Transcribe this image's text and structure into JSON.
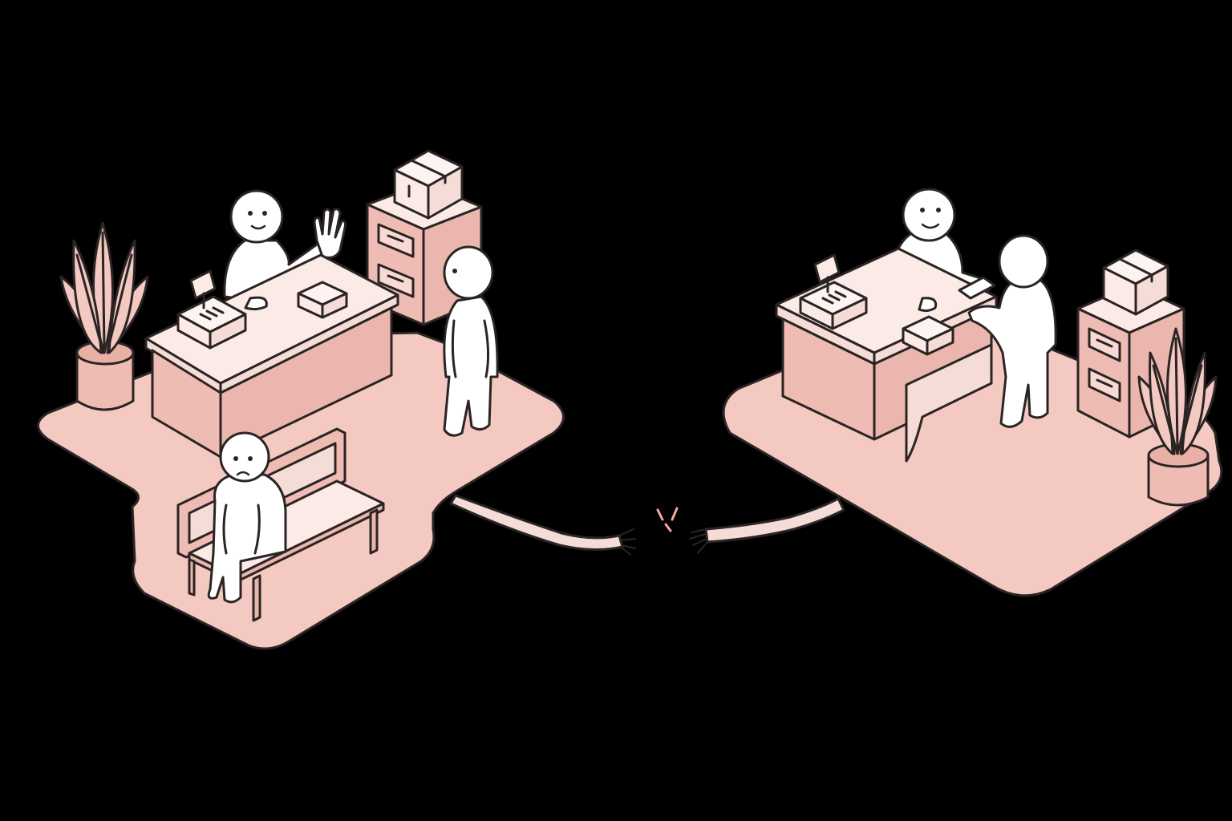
{
  "palette": {
    "background": "#000000",
    "floor": "#f3c9c1",
    "floor_shade": "#eab6ad",
    "furniture_side": "#efbcb3",
    "furniture_top": "#fbeae6",
    "person": "#ffffff",
    "outline": "#2b2424",
    "spark": "#f3a9a0"
  },
  "scene": {
    "left_office": {
      "items": [
        "potted-plant",
        "reception-desk",
        "cash-register",
        "parcel-box",
        "filing-cabinet",
        "cardboard-box",
        "clerk-stop-gesture",
        "standing-customer",
        "sad-person-on-bench",
        "bench"
      ]
    },
    "right_office": {
      "items": [
        "reception-desk",
        "cash-register",
        "parcel-box",
        "clerk-handing-item",
        "customer-receiving-item",
        "filing-cabinet",
        "cardboard-box",
        "potted-plant"
      ]
    },
    "cable": {
      "state": "severed",
      "icon": "broken-cable-icon"
    }
  }
}
